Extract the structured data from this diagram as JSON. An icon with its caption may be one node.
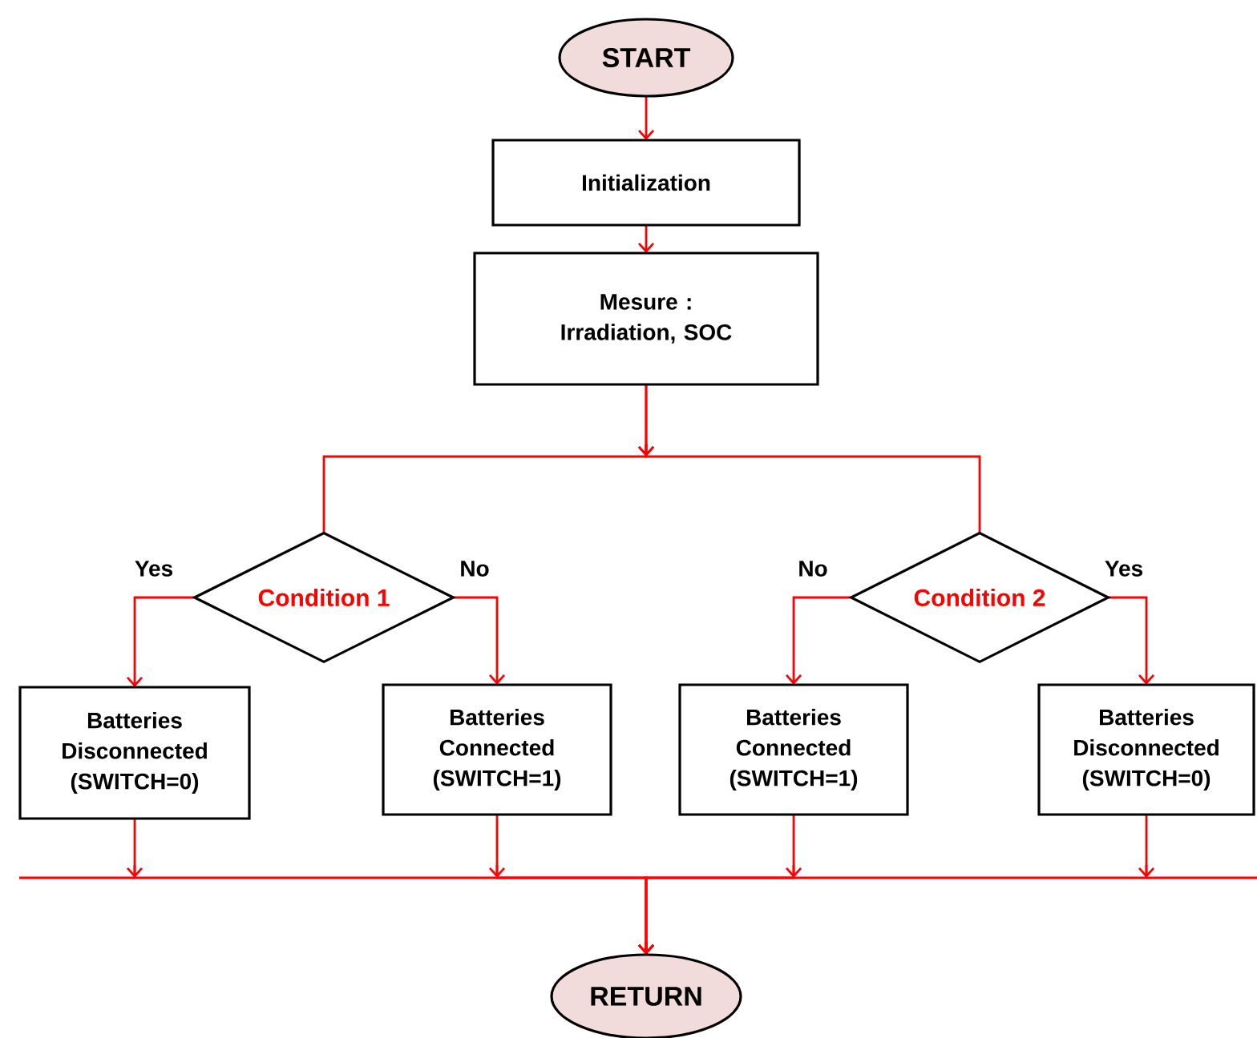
{
  "diagram": {
    "nodes": [
      {
        "text": [
          "START"
        ]
      },
      {
        "text": [
          "Initialization"
        ]
      },
      {
        "text": [
          "Mesure : Irradiation, SOC"
        ]
      },
      {
        "text": [
          "Condition 1"
        ]
      },
      {
        "text": [
          "Condition 2"
        ]
      },
      {
        "text": [
          "Batteries Disconnected (SWITCH=0)"
        ]
      },
      {
        "text": [
          "Batteries Connected (SWITCH=1)"
        ]
      },
      {
        "text": [
          "Batteries Connected (SWITCH=1)"
        ]
      },
      {
        "text": [
          "Batteries Disconnected (SWITCH=0)"
        ]
      },
      {
        "text": [
          "RETURN"
        ]
      }
    ],
    "edges": [
      {
        "from": 0,
        "to": 1,
        "arrow": "to"
      },
      {
        "from": 1,
        "to": 2,
        "arrow": "to"
      },
      {
        "from": 2,
        "to": 3,
        "arrow": "none"
      },
      {
        "from": 2,
        "to": 4,
        "arrow": "none"
      },
      {
        "from": 3,
        "to": 5,
        "arrow": "to",
        "label": "Yes"
      },
      {
        "from": 3,
        "to": 6,
        "arrow": "to",
        "label": "No"
      },
      {
        "from": 4,
        "to": 7,
        "arrow": "to",
        "label": "No"
      },
      {
        "from": 4,
        "to": 8,
        "arrow": "to",
        "label": "Yes"
      },
      {
        "from": 5,
        "to": 9,
        "arrow": "to"
      },
      {
        "from": 6,
        "to": 9,
        "arrow": "to"
      },
      {
        "from": 7,
        "to": 9,
        "arrow": "to"
      },
      {
        "from": 8,
        "to": 9,
        "arrow": "to"
      }
    ]
  }
}
